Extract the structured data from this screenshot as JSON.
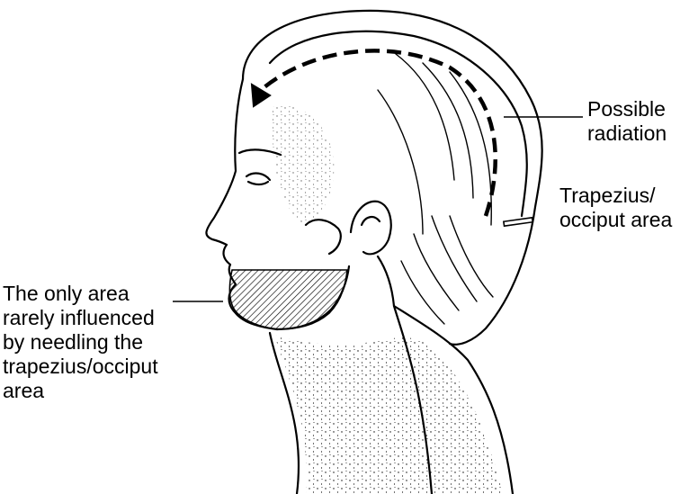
{
  "labels": {
    "possible_radiation": [
      "Possible",
      "radiation"
    ],
    "trapezius_area": [
      "Trapezius/",
      "occiput area"
    ],
    "jaw_area": [
      "The only area",
      "rarely influenced",
      "by needling the",
      "trapezius/occiput",
      "area"
    ]
  },
  "colors": {
    "ink": "#000000",
    "background": "#ffffff"
  }
}
